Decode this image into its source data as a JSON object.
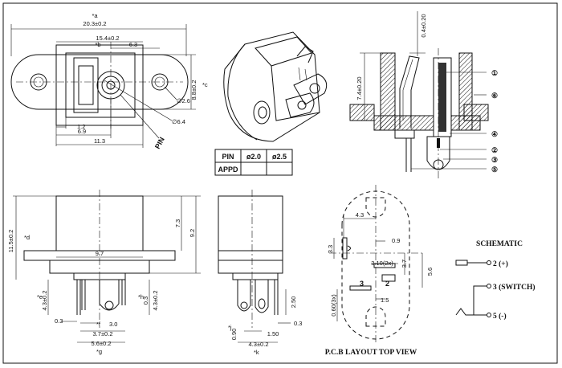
{
  "top_view": {
    "dims": {
      "overall_width": "20.3±0.2",
      "width_b": "15.4±0.2",
      "offset": "6.3",
      "height_c": "8.8±0.2",
      "mount_hole": "∅2.6",
      "pin_dia": "∅6.4",
      "left_off": "1.2",
      "to_pin": "6.9",
      "to_center": "11.3"
    },
    "refs": {
      "a": "*a",
      "b": "*b",
      "c": "*c"
    },
    "pin_callout": "PIN"
  },
  "pin_table": {
    "header": [
      "PIN",
      "ø2.0",
      "ø2.5"
    ],
    "row_label": "APPD"
  },
  "section_view": {
    "dims": {
      "height": "7.4±0.20",
      "gap": "0.4±0.20"
    },
    "callouts": [
      "①",
      "⑥",
      "④",
      "②",
      "③",
      "⑤"
    ]
  },
  "front_view": {
    "dims": {
      "overall_height": "11.5±0.2",
      "body_height": "7.3",
      "total_height": "9.2",
      "body_width": "9.7",
      "pin_len_e": "4.3±0.2",
      "pin_len_h": "4.3±0.2",
      "h_small": "0.3",
      "w_left": "0.3",
      "spacing_f": "3.0",
      "spacing_37": "3.7±0.2",
      "spacing_g": "5.6±0.2"
    },
    "refs": {
      "d": "*d",
      "e": "*e",
      "f": "*f",
      "g": "*g",
      "h": "*h"
    }
  },
  "side_view": {
    "dims": {
      "pin_h": "2.50",
      "pin_w": "0.3",
      "j_w": "0.90",
      "pitch": "1.50",
      "k_w": "4.3±0.2"
    },
    "refs": {
      "j": "*j",
      "k": "*k"
    }
  },
  "pcb_layout": {
    "title": "P.C.B LAYOUT TOP VIEW",
    "dims": {
      "offset": "4.3",
      "slot_len": "3.3",
      "slot_w": "0.9",
      "slot_pitch": "3.10(2x)",
      "h1": "3.7",
      "h2": "5.6",
      "w": "1.5",
      "bottom": "0.60(3x)"
    },
    "pad_numbers": [
      "3",
      "2"
    ]
  },
  "schematic": {
    "title": "SCHEMATIC",
    "pins": [
      "2 (+)",
      "3 (SWITCH)",
      "5 (-)"
    ]
  }
}
